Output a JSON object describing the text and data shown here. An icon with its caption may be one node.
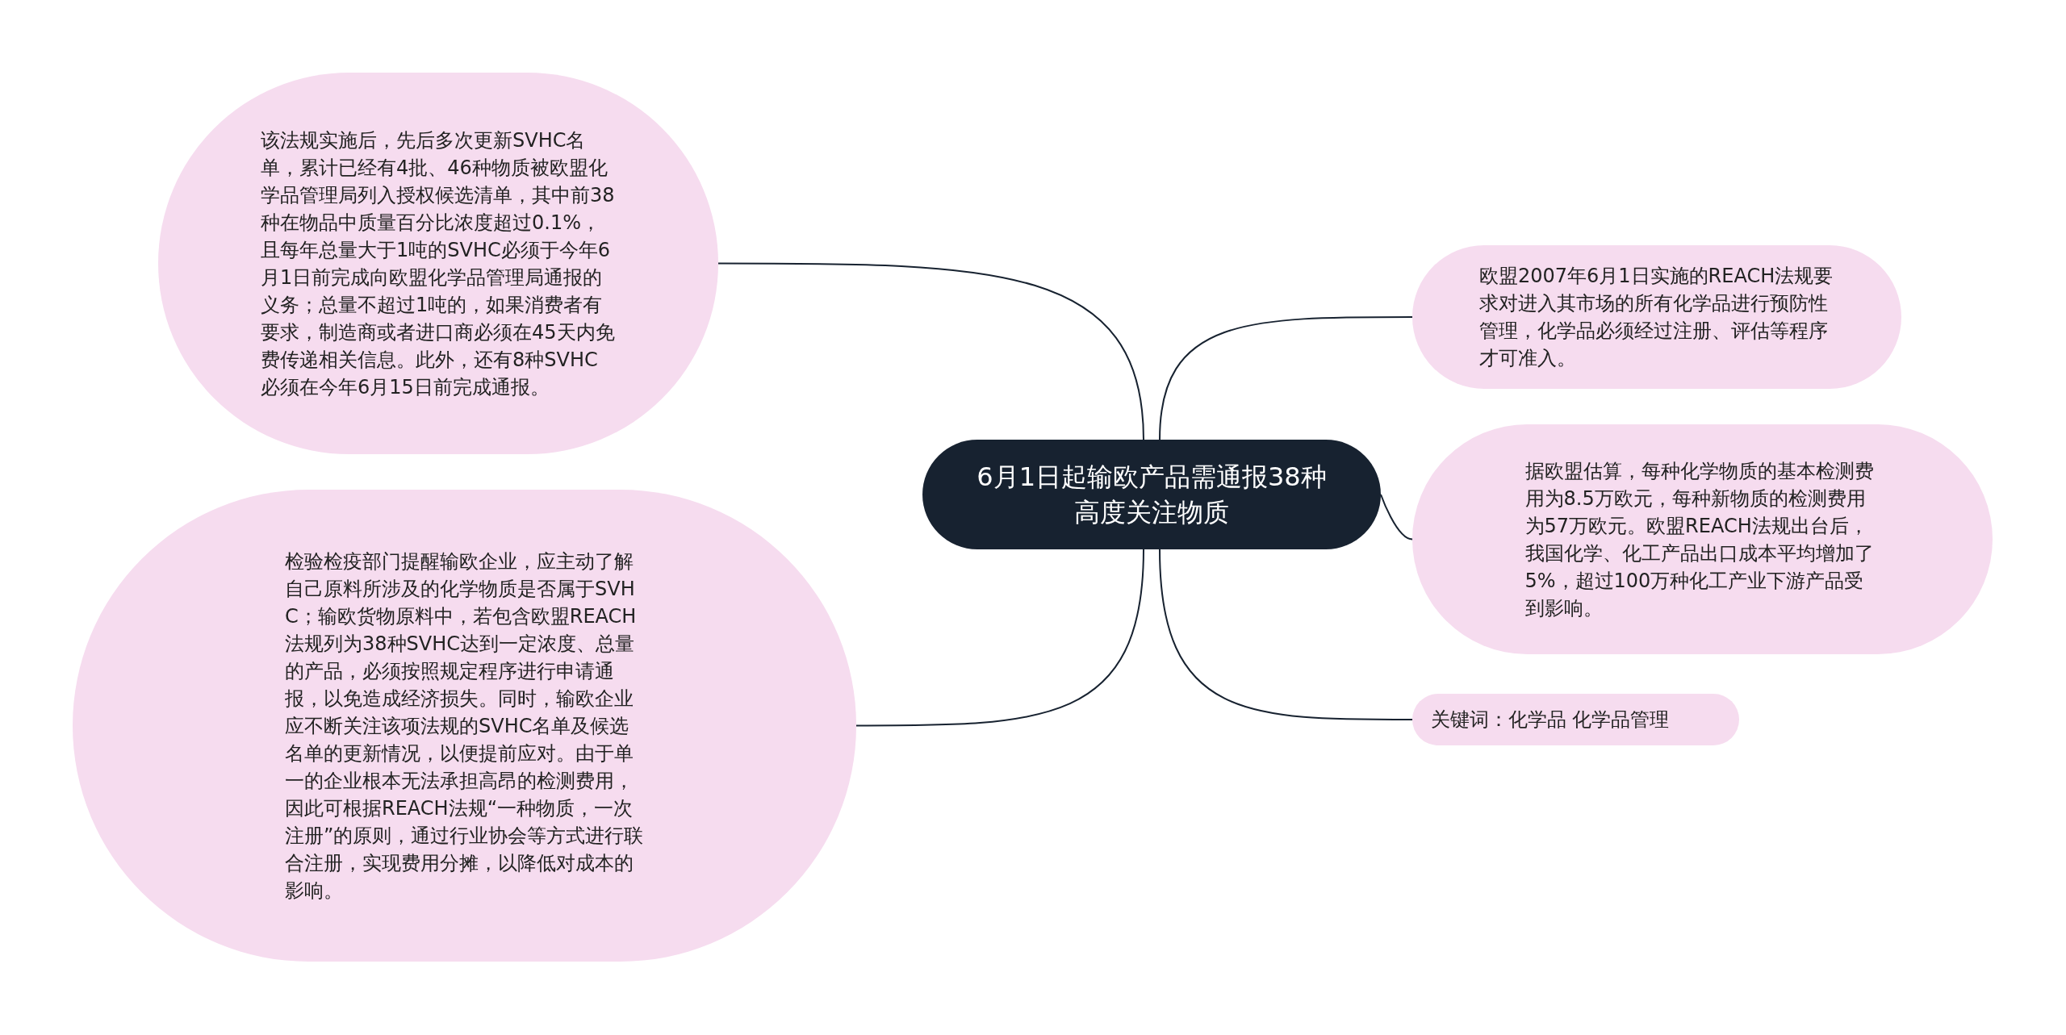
{
  "diagram": {
    "nodes": [
      {
        "text": [
          "6月1日起输欧产品需通报38种高度关注物质"
        ]
      },
      {
        "text": [
          "该法规实施后，先后多次更新SVHC名单，累计已经有4批、46种物质被欧盟化学品管理局列入授权候选清单，其中前38种在物品中质量百分比浓度超过0.1%，且每年总量大于1吨的SVHC必须于今年6月1日前完成向欧盟化学品管理局通报的义务；总量不超过1吨的，如果消费者有要求，制造商或者进口商必须在45天内免费传递相关信息。此外，还有8种SVHC必须在今年6月15日前完成通报。"
        ]
      },
      {
        "text": [
          "检验检疫部门提醒输欧企业，应主动了解自己原料所涉及的化学物质是否属于SVHC；输欧货物原料中，若包含欧盟REACH法规列为38种SVHC达到一定浓度、总量的产品，必须按照规定程序进行申请通报，以免造成经济损失。同时，输欧企业应不断关注该项法规的SVHC名单及候选名单的更新情况，以便提前应对。由于单一的企业根本无法承担高昂的检测费用，因此可根据REACH法规“一种物质，一次注册”的原则，通过行业协会等方式进行联合注册，实现费用分摊，以降低对成本的影响。"
        ]
      },
      {
        "text": [
          "欧盟2007年6月1日实施的REACH法规要求对进入其市场的所有化学品进行预防性管理，化学品必须经过注册、评估等程序才可准入。"
        ]
      },
      {
        "text": [
          "据欧盟估算，每种化学物质的基本检测费用为8.5万欧元，每种新物质的检测费用为57万欧元。欧盟REACH法规出台后，我国化学、化工产品出口成本平均增加了5%，超过100万种化工产业下游产品受到影响。"
        ]
      },
      {
        "text": [
          "关键词：化学品 化学品管理"
        ]
      }
    ],
    "edges": [
      {
        "from": 0,
        "to": 1,
        "arrow": "none"
      },
      {
        "from": 0,
        "to": 2,
        "arrow": "none"
      },
      {
        "from": 0,
        "to": 3,
        "arrow": "none"
      },
      {
        "from": 0,
        "to": 4,
        "arrow": "none"
      },
      {
        "from": 0,
        "to": 5,
        "arrow": "none"
      }
    ]
  }
}
